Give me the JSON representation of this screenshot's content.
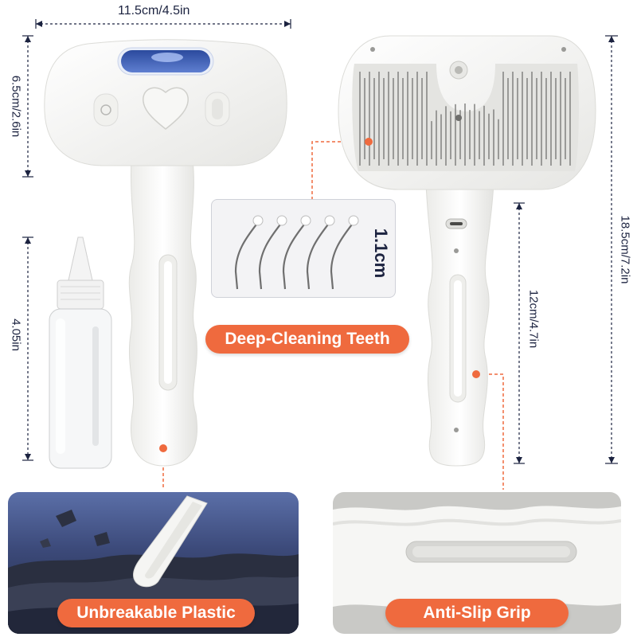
{
  "dimensions": {
    "width_label": "11.5cm/4.5in",
    "head_height_label": "6.5cm/2.6in",
    "total_height_label": "18.5cm/7.2in",
    "handle_length_label": "12cm/4.7in",
    "bottle_height_label": "4.05in",
    "teeth_length_label": "1.1cm"
  },
  "features": {
    "teeth_label": "Deep-Cleaning Teeth",
    "plastic_label": "Unbreakable Plastic",
    "grip_label": "Anti-Slip Grip"
  },
  "colors": {
    "accent": "#ef6a3e",
    "dimension_line": "#1c2340",
    "product_white": "#f4f4f2",
    "spray_window": "#2f4f9e"
  }
}
